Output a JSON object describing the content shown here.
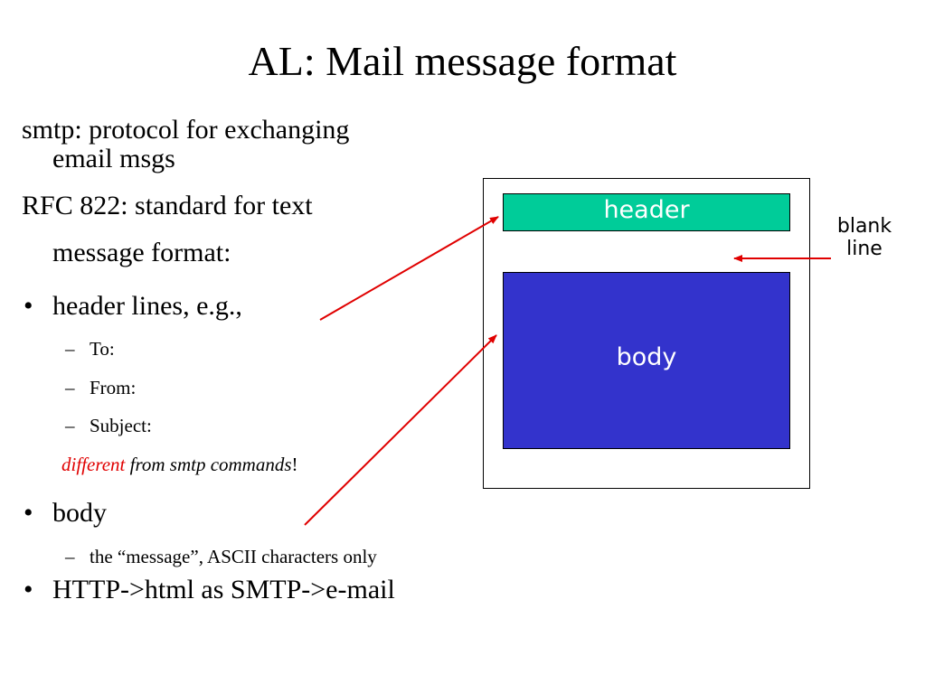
{
  "slide": {
    "title": "AL: Mail message format",
    "intro": {
      "smtp_line1": "smtp: protocol for exchanging",
      "smtp_line2": "email msgs",
      "rfc_line1": "RFC 822: standard for text",
      "rfc_line2": "message format:"
    },
    "bullets": {
      "header": "header lines, e.g.,",
      "header_items": [
        "To:",
        "From:",
        "Subject:"
      ],
      "note_red": "different",
      "note_rest": " from smtp commands",
      "note_end": "!",
      "body": "body",
      "body_item": "the “message”, ASCII characters only",
      "http": "HTTP->html as SMTP->e-mail"
    },
    "bullet_symbol": "•",
    "dash_symbol": "–",
    "diagram": {
      "header_label": "header",
      "body_label": "body",
      "blank_label_line1": "blank",
      "blank_label_line2": "line"
    }
  },
  "colors": {
    "header_fill": "#00cc99",
    "body_fill": "#3333cc",
    "arrow": "#e00000",
    "note_red": "#e00000"
  }
}
